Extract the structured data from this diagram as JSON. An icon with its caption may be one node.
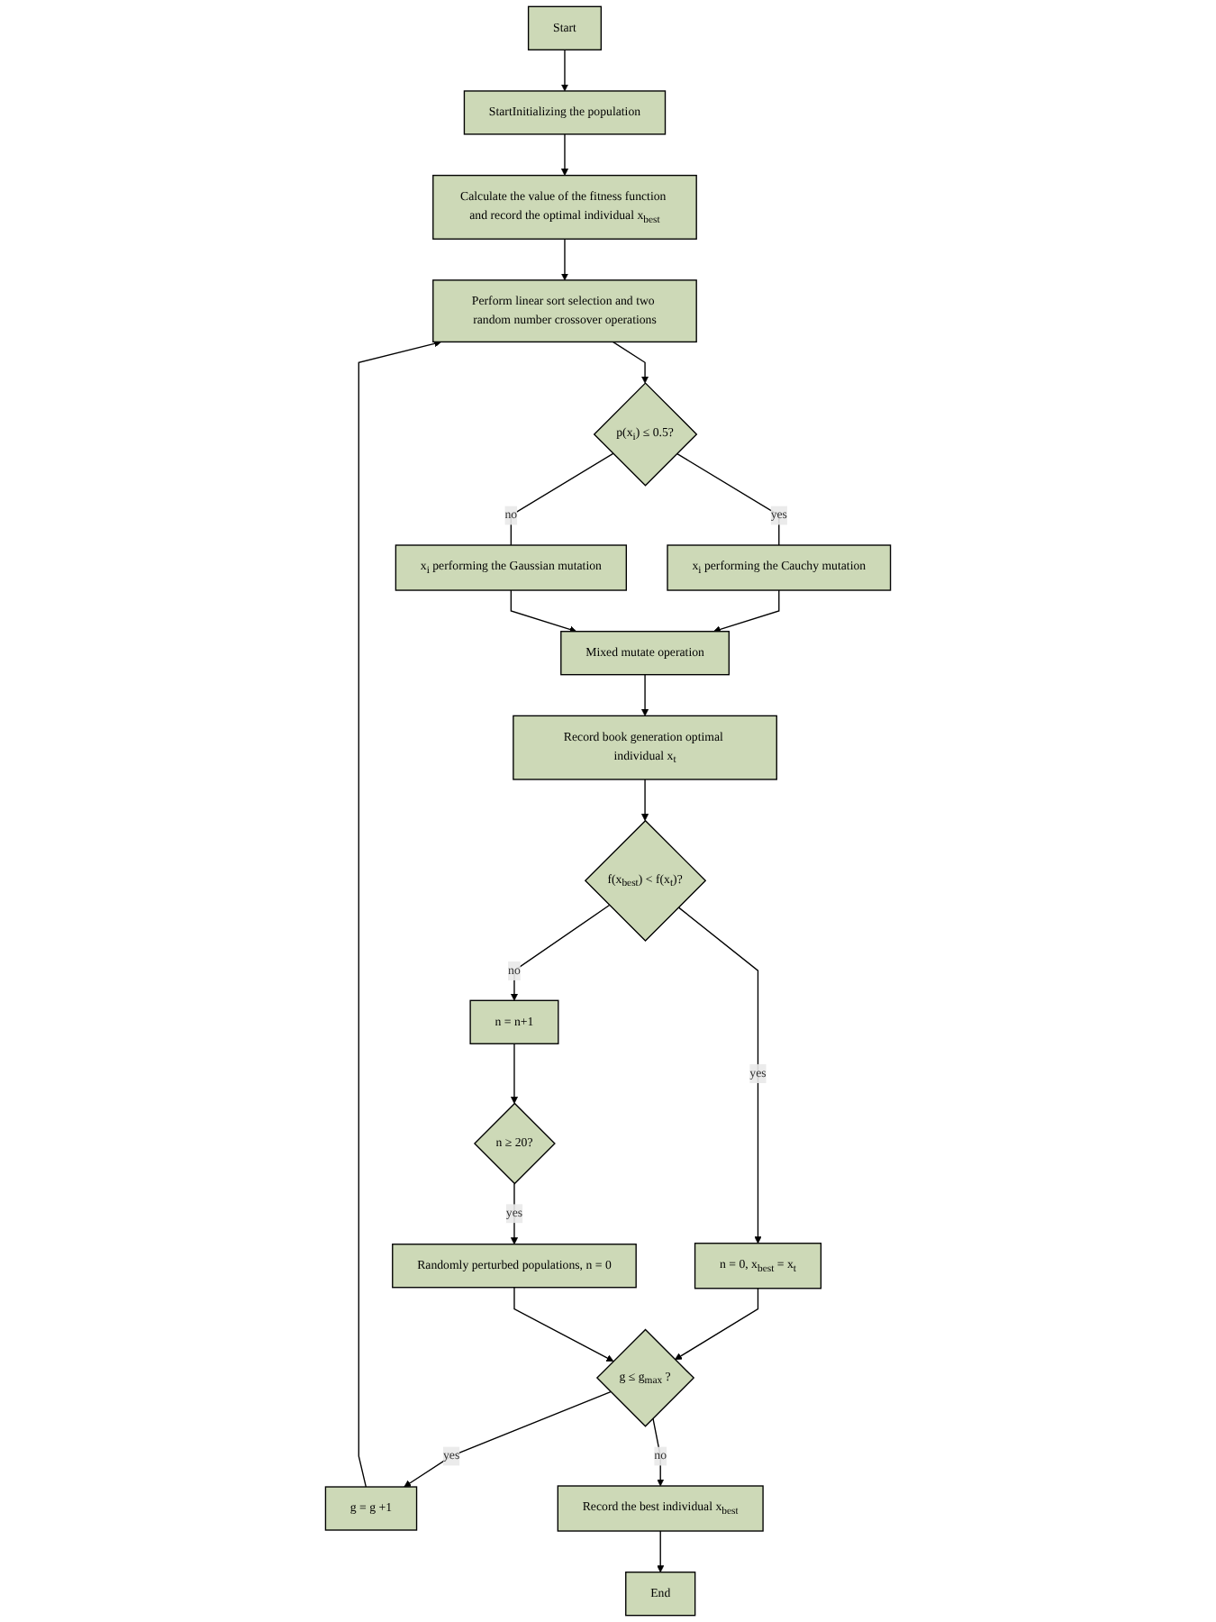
{
  "diagram": {
    "nodes": [
      {
        "text": [
          "Start"
        ]
      },
      {
        "text": [
          "StartInitializing the population"
        ]
      },
      {
        "text": [
          "Calculate the value of the fitness function and record the optimal individual x$_{best}$"
        ]
      },
      {
        "text": [
          "Perform linear sort selection and two random number crossover operations"
        ]
      },
      {
        "text": [
          "p(x$_{i}$) ≤ 0.5?"
        ]
      },
      {
        "text": [
          "x$_{i}$ performing the Cauchy mutation"
        ]
      },
      {
        "text": [
          "x$_{i}$ performing the Gaussian mutation"
        ]
      },
      {
        "text": [
          "Mixed mutate operation"
        ]
      },
      {
        "text": [
          "Record book generation optimal individual x$_{t}$"
        ]
      },
      {
        "text": [
          "f(x$_{best}$) < f(x$_{t}$)?"
        ]
      },
      {
        "text": [
          "g = g +1"
        ]
      },
      {
        "text": [
          "n = 0, x$_{best}$ = x$_{t}$"
        ]
      },
      {
        "text": [
          "n = n+1"
        ]
      },
      {
        "text": [
          "g ≤ g$_{max}$ ?"
        ]
      },
      {
        "text": [
          "n ≥ 20?"
        ]
      },
      {
        "text": [
          "Record the best individual x$_{best}$"
        ]
      },
      {
        "text": [
          "Randomly perturbed populations, n = 0"
        ]
      },
      {
        "text": [
          "End"
        ]
      }
    ],
    "edges": [
      {
        "from": 0,
        "to": 1,
        "arrow": "to"
      },
      {
        "from": 1,
        "to": 2,
        "arrow": "to"
      },
      {
        "from": 2,
        "to": 3,
        "arrow": "to"
      },
      {
        "from": 3,
        "to": 4,
        "arrow": "to"
      },
      {
        "from": 4,
        "to": 5,
        "arrow": "none",
        "label": "yes"
      },
      {
        "from": 4,
        "to": 6,
        "arrow": "none",
        "label": "no"
      },
      {
        "from": 5,
        "to": 7,
        "arrow": "to"
      },
      {
        "from": 6,
        "to": 7,
        "arrow": "to"
      },
      {
        "from": 7,
        "to": 8,
        "arrow": "to"
      },
      {
        "from": 8,
        "to": 9,
        "arrow": "to"
      },
      {
        "from": 9,
        "to": 11,
        "arrow": "to",
        "label": "yes"
      },
      {
        "from": 9,
        "to": 12,
        "arrow": "to",
        "label": "no"
      },
      {
        "from": 11,
        "to": 13,
        "arrow": "to"
      },
      {
        "from": 12,
        "to": 14,
        "arrow": "to"
      },
      {
        "from": 13,
        "to": 10,
        "arrow": "to",
        "label": "yes"
      },
      {
        "from": 10,
        "to": 3,
        "arrow": "to"
      },
      {
        "from": 13,
        "to": 15,
        "arrow": "to",
        "label": "no"
      },
      {
        "from": 14,
        "to": 16,
        "arrow": "to",
        "label": "yes"
      },
      {
        "from": 16,
        "to": 13,
        "arrow": "to"
      },
      {
        "from": 15,
        "to": 17,
        "arrow": "to"
      }
    ]
  }
}
